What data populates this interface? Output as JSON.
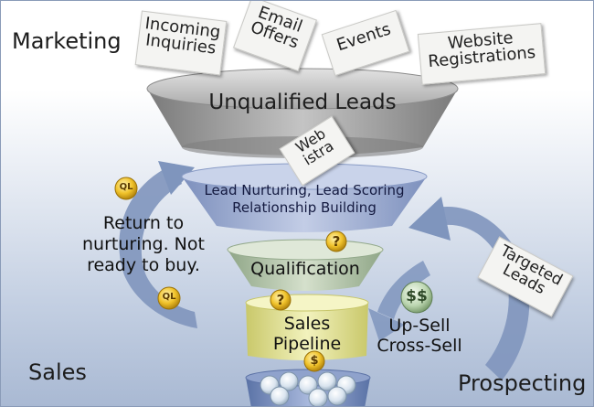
{
  "section_labels": {
    "marketing": "Marketing",
    "sales": "Sales",
    "prospecting": "Prospecting"
  },
  "lead_sources": [
    {
      "line1": "Incoming",
      "line2": "Inquiries"
    },
    {
      "line1": "Email",
      "line2": "Offers"
    },
    {
      "line1": "Events",
      "line2": ""
    },
    {
      "line1": "Website",
      "line2": "Registrations"
    }
  ],
  "falling_note": {
    "line1": "Web",
    "line2": "istra"
  },
  "funnel_stages": {
    "unqualified": "Unqualified Leads",
    "nurturing_line1": "Lead Nurturing, Lead Scoring",
    "nurturing_line2": "Relationship Building",
    "qualification": "Qualification",
    "pipeline_line1": "Sales",
    "pipeline_line2": "Pipeline"
  },
  "return_note": {
    "line1": "Return to",
    "line2": "nurturing. Not",
    "line3": "ready to buy."
  },
  "upsell": {
    "line1": "Up-Sell",
    "line2": "Cross-Sell"
  },
  "targeted_leads": {
    "line1": "Targeted",
    "line2": "Leads"
  },
  "badges": {
    "ql": "QL",
    "question": "?",
    "dollars": "$$",
    "dollar": "$"
  },
  "colors": {
    "funnel_gray": "#9a9a9a",
    "funnel_blue": "#8ea0c8",
    "funnel_green": "#aebfa3",
    "funnel_yellow": "#e4e49a",
    "arrow_blue": "#7f95bd",
    "badge_gold": "#e8b820"
  }
}
